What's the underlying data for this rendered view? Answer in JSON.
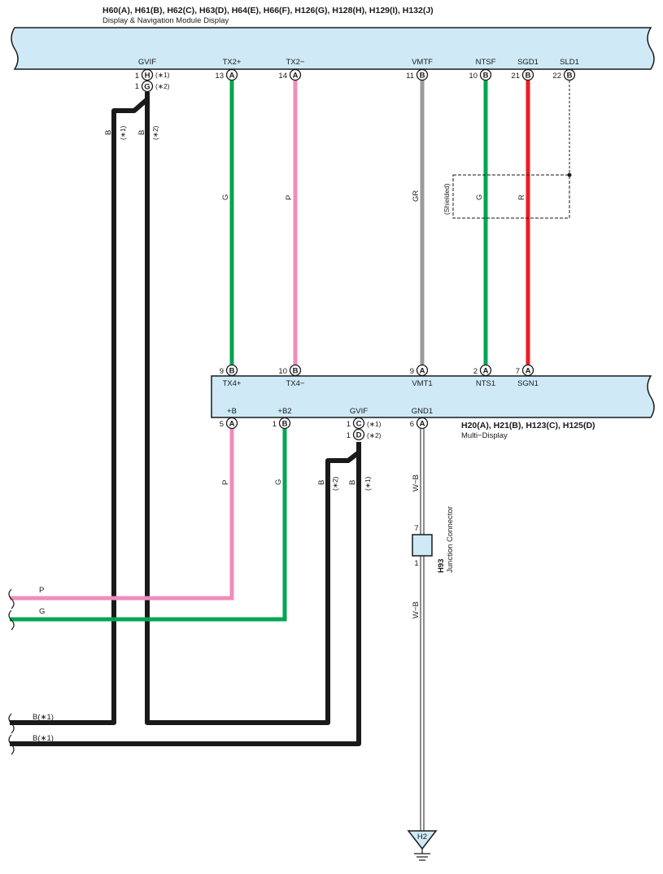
{
  "top_component": {
    "connectors": "H60(A), H61(B), H62(C), H63(D), H64(E), H66(F), H126(G), H128(H), H129(I), H132(J)",
    "name": "Display & Navigation Module Display",
    "pins": [
      {
        "label": "GVIF",
        "num1": "1",
        "conn1": "H",
        "note1": "(∗1)",
        "num2": "1",
        "conn2": "G",
        "note2": "(∗2)"
      },
      {
        "label": "TX2+",
        "num": "13",
        "conn": "A"
      },
      {
        "label": "TX2−",
        "num": "14",
        "conn": "A"
      },
      {
        "label": "VMTF",
        "num": "11",
        "conn": "B"
      },
      {
        "label": "NTSF",
        "num": "10",
        "conn": "B"
      },
      {
        "label": "SGD1",
        "num": "21",
        "conn": "B"
      },
      {
        "label": "SLD1",
        "num": "22",
        "conn": "B"
      }
    ]
  },
  "mid_component": {
    "connectors": "H20(A), H21(B), H123(C), H125(D)",
    "name": "Multi−Display",
    "top_pins": [
      {
        "label": "TX4+",
        "num": "9",
        "conn": "B"
      },
      {
        "label": "TX4−",
        "num": "10",
        "conn": "B"
      },
      {
        "label": "VMT1",
        "num": "9",
        "conn": "A"
      },
      {
        "label": "NTS1",
        "num": "2",
        "conn": "A"
      },
      {
        "label": "SGN1",
        "num": "7",
        "conn": "A"
      }
    ],
    "bottom_pins": [
      {
        "label": "+B",
        "num": "5",
        "conn": "A"
      },
      {
        "label": "+B2",
        "num": "1",
        "conn": "B"
      },
      {
        "label": "GVIF",
        "num1": "1",
        "conn1": "C",
        "note1": "(∗1)",
        "num2": "1",
        "conn2": "D",
        "note2": "(∗2)"
      },
      {
        "label": "GND1",
        "num": "6",
        "conn": "A"
      }
    ]
  },
  "wire_labels": {
    "b1": "B",
    "b1_note": "(∗1)",
    "b2": "B",
    "b2_note": "(∗2)",
    "tx2p": "G",
    "tx2m": "P",
    "vmtf": "GR",
    "ntsf": "G",
    "sgd1": "R",
    "shielded": "(Shielded)",
    "plus_b": "P",
    "plus_b2": "G",
    "gvif_b2": "B",
    "gvif_b2_note": "(∗2)",
    "gvif_b1": "B",
    "gvif_b1_note": "(∗1)",
    "gnd_upper": "W−B",
    "gnd_lower": "W−B"
  },
  "junction": {
    "id": "H93",
    "name": "Junction Connector",
    "pin_top": "7",
    "pin_bottom": "1"
  },
  "ground": {
    "id": "H2"
  },
  "left_ends": [
    {
      "label": "P"
    },
    {
      "label": "G"
    },
    {
      "label": "B(∗1)"
    },
    {
      "label": "B(∗1)"
    }
  ],
  "colors": {
    "body_fill": "#cfe9f7",
    "green": "#00a651",
    "pink": "#f08cbc",
    "gray": "#9a9a9a",
    "red": "#ed1c24",
    "black": "#1a1a1a"
  }
}
